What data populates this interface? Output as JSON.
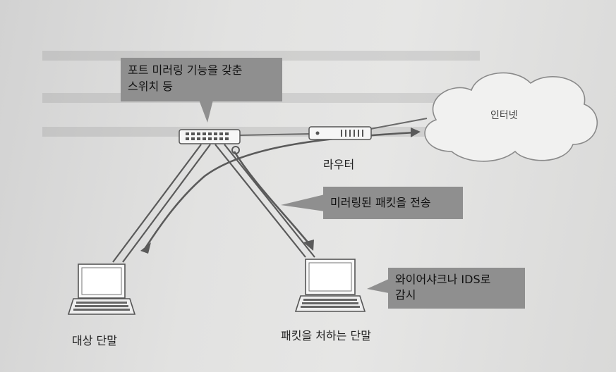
{
  "callouts": {
    "switch_line1": "포트 미러링 기능을 갖춘",
    "switch_line2": "스위치 등",
    "mirrored": "미러링된 패킷을 전송",
    "monitor_line1": "와이어샤크나 IDS로",
    "monitor_line2": "감시"
  },
  "labels": {
    "internet": "인터넷",
    "router": "라우터",
    "target_terminal": "대상 단말",
    "capture_terminal": "패킷을 처하는 단말"
  },
  "colors": {
    "callout_fill": "#8f8f8f",
    "line": "#5a5a5a",
    "background": "#e2e2e1"
  },
  "icons": [
    "network-switch-icon",
    "router-icon",
    "cloud-icon",
    "laptop-icon"
  ]
}
